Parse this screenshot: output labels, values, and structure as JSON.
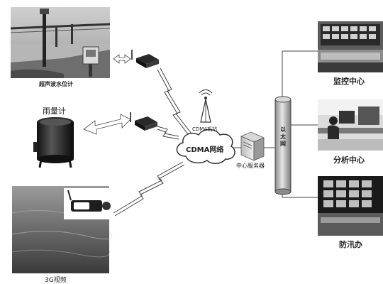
{
  "labels": {
    "ultrasonic_gauge": "超声波水位计",
    "rain_gauge": "雨量计",
    "video_3g": "3G视频",
    "cdma_network": "CDMA网络",
    "cdma_base": "CDMA机站",
    "central_server": "中心服务器",
    "ethernet": "以太网",
    "monitor_center": "监控中心",
    "analysis_center": "分析中心",
    "flood_office": "防汛办"
  }
}
